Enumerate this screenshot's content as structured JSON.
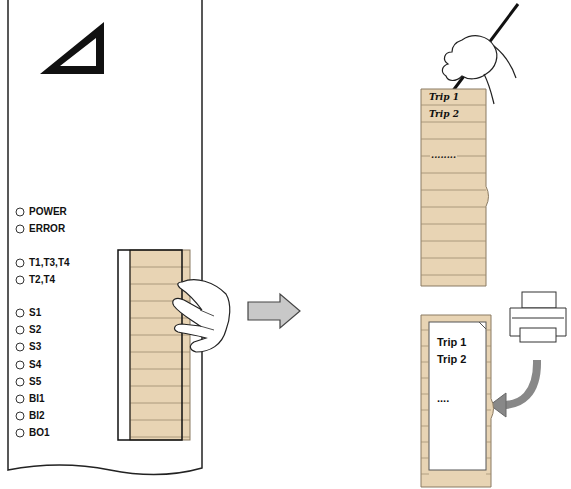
{
  "diagram": {
    "nodes": [
      {
        "text": [
          "Trip 1",
          "Trip 2",
          "........"
        ]
      },
      {
        "text": [
          "Trip 1",
          "Trip 2",
          "...."
        ]
      }
    ],
    "labels": [
      "POWER",
      "ERROR",
      "T1,T3,T4",
      "T2,T4",
      "S1",
      "S2",
      "S3",
      "S4",
      "S5",
      "BI1",
      "BI2",
      "BO1"
    ]
  }
}
